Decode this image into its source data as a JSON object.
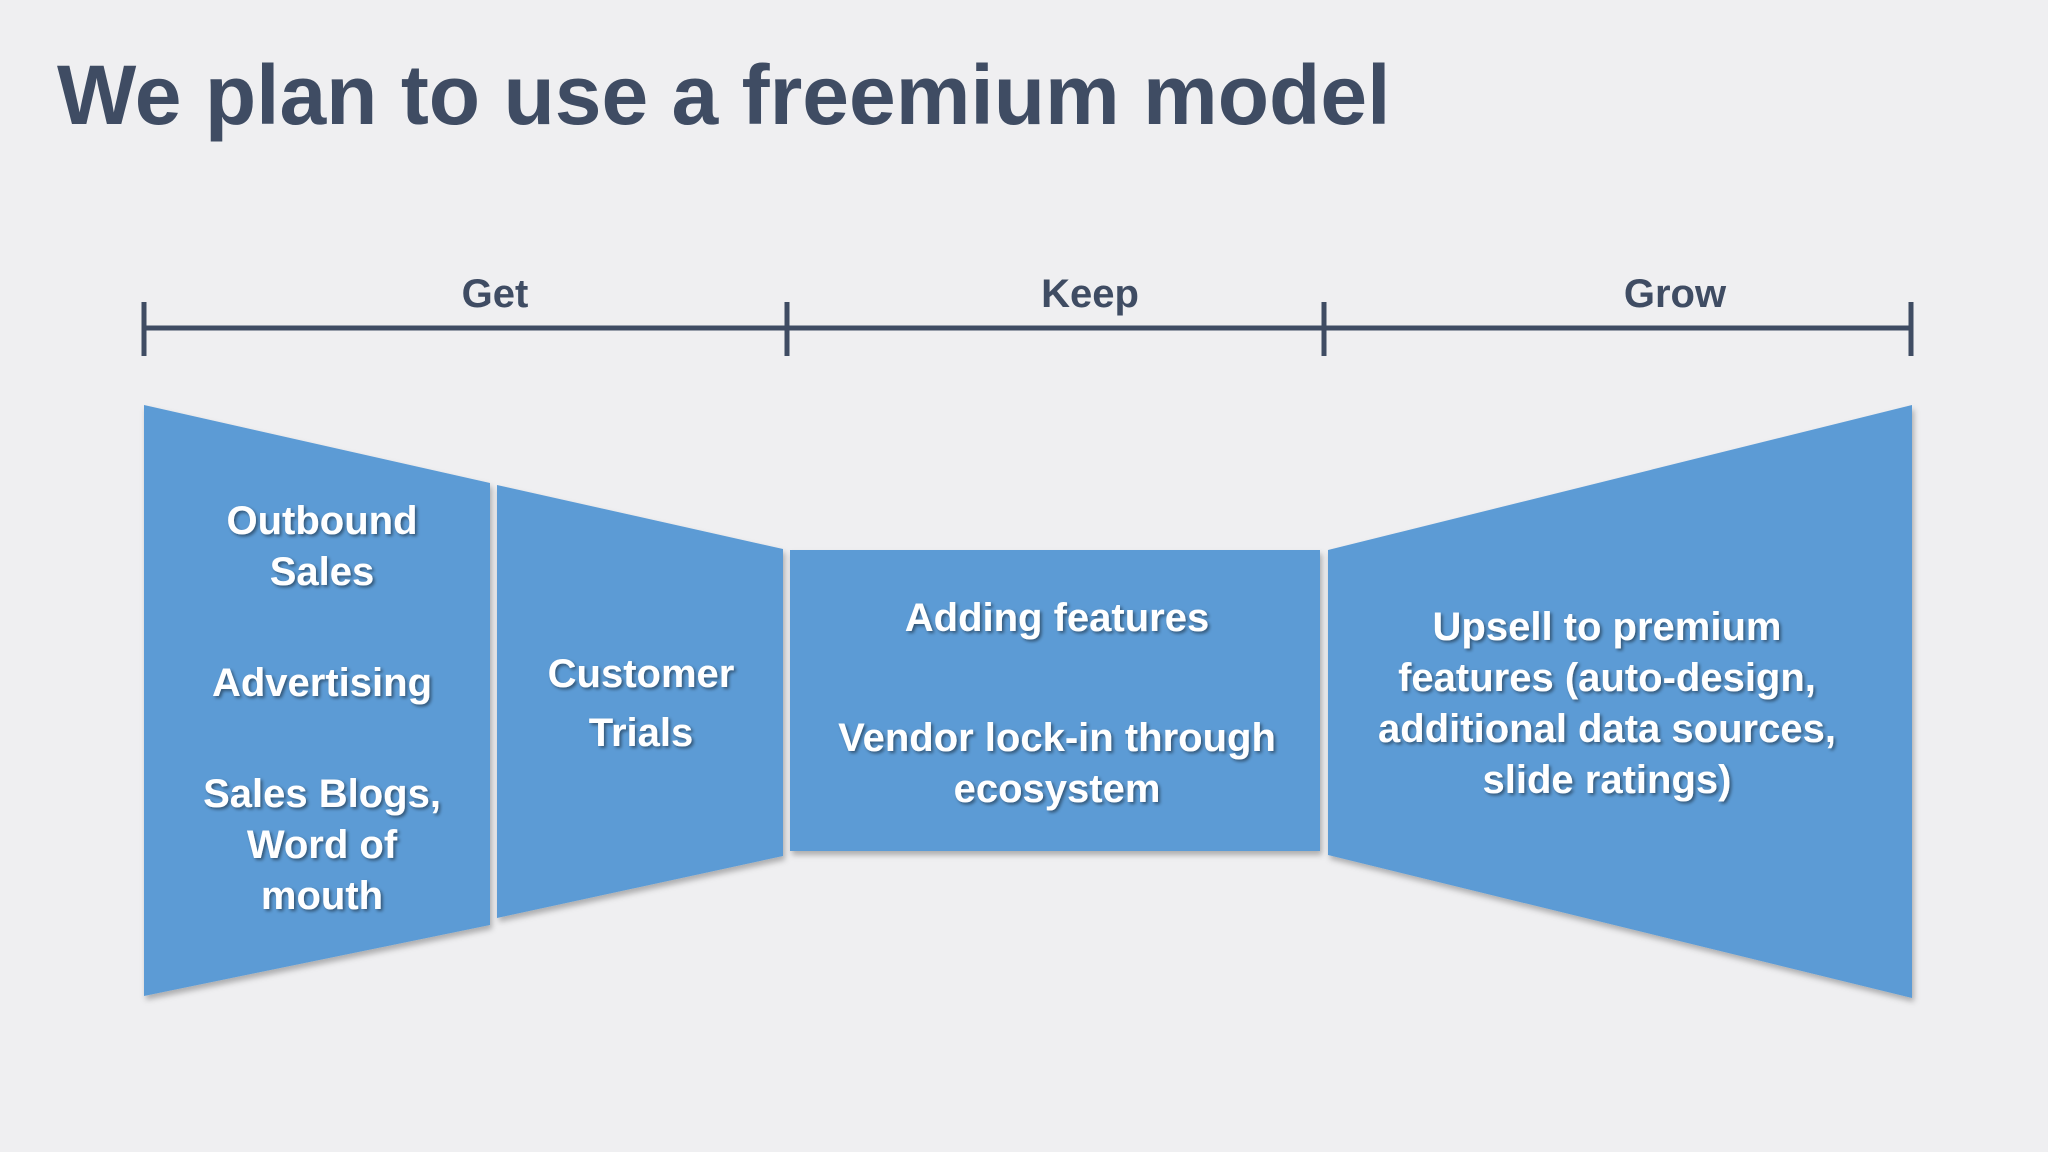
{
  "slide": {
    "title": "We plan to use a freemium model"
  },
  "timeline": {
    "phases": [
      "Get",
      "Keep",
      "Grow"
    ]
  },
  "segments": {
    "outbound": {
      "items": [
        "Outbound",
        "Sales",
        "Advertising",
        "Sales Blogs,",
        "Word of",
        "mouth"
      ]
    },
    "trials": {
      "items": [
        "Customer",
        "Trials"
      ]
    },
    "keep": {
      "items": [
        "Adding features",
        "Vendor lock-in through",
        "ecosystem"
      ]
    },
    "grow": {
      "items": [
        "Upsell to premium",
        "features (auto-design,",
        "additional data sources,",
        "slide ratings)"
      ]
    }
  },
  "colors": {
    "shape_fill": "#5b9bd5",
    "title_text": "#3f4c63",
    "background": "#efeff1",
    "shape_text": "#ffffff"
  }
}
